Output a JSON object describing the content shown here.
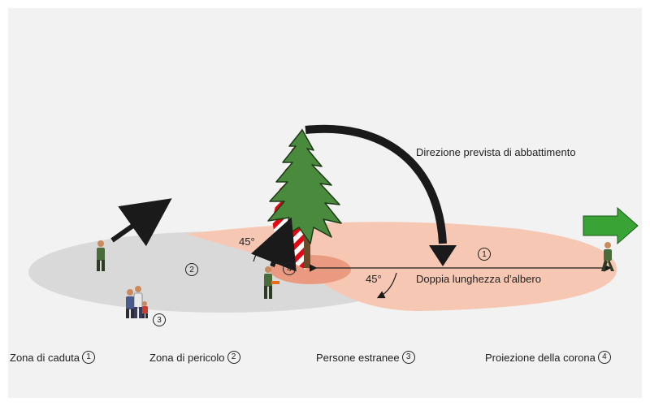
{
  "labels": {
    "direction": "Direzione prevista di abbattimento",
    "double_length": "Doppia lunghezza d’albero",
    "angle_left": "45°",
    "angle_right": "45°"
  },
  "zone_markers": {
    "zone1": "1",
    "zone2": "2",
    "zone3": "3",
    "zone4": "4"
  },
  "legend": [
    {
      "label": "Zona di caduta",
      "num": "1"
    },
    {
      "label": "Zona di pericolo",
      "num": "2"
    },
    {
      "label": "Persone estranee",
      "num": "3"
    },
    {
      "label": "Proiezione della corona",
      "num": "4"
    }
  ],
  "colors": {
    "background": "#f2f2f2",
    "danger_zone": "#d9d9d9",
    "fall_zone": "#f6c7b3",
    "crown_projection": "#ea9a80",
    "tree": "#4a8a3c",
    "hatch_red": "#e30613",
    "arrow_black": "#1a1a1a",
    "exit_arrow": "#3aa335"
  }
}
